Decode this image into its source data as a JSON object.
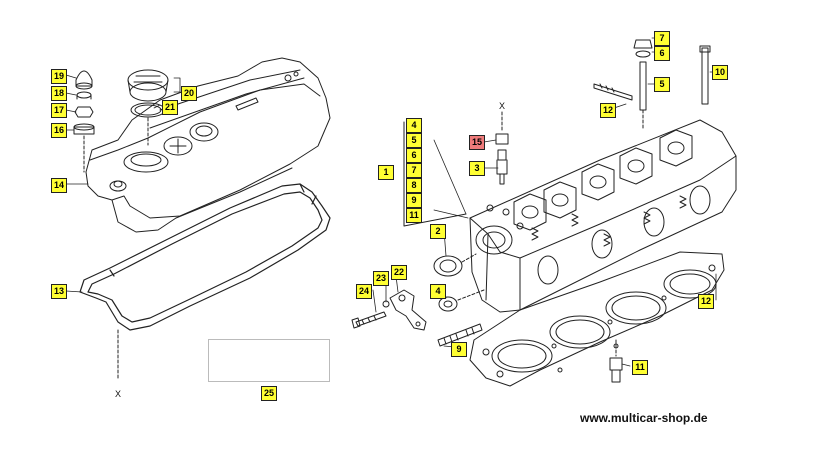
{
  "website": "www.multicar-shop.de",
  "cross_ref_label": "X",
  "colors": {
    "callout_fill": "#ffff33",
    "callout_highlight": "#ef7b7b",
    "line": "#222222"
  },
  "callouts": [
    {
      "id": "19",
      "label": "19"
    },
    {
      "id": "18",
      "label": "18"
    },
    {
      "id": "17",
      "label": "17"
    },
    {
      "id": "16",
      "label": "16"
    },
    {
      "id": "20",
      "label": "20"
    },
    {
      "id": "21",
      "label": "21"
    },
    {
      "id": "14",
      "label": "14"
    },
    {
      "id": "13",
      "label": "13"
    },
    {
      "id": "25",
      "label": "25"
    },
    {
      "id": "7",
      "label": "7"
    },
    {
      "id": "6",
      "label": "6"
    },
    {
      "id": "5",
      "label": "5"
    },
    {
      "id": "10",
      "label": "10"
    },
    {
      "id": "12a",
      "label": "12"
    },
    {
      "id": "15",
      "label": "15",
      "highlight": true
    },
    {
      "id": "3",
      "label": "3"
    },
    {
      "id": "g4",
      "label": "4"
    },
    {
      "id": "g5",
      "label": "5"
    },
    {
      "id": "g6",
      "label": "6"
    },
    {
      "id": "g7",
      "label": "7"
    },
    {
      "id": "g8",
      "label": "8"
    },
    {
      "id": "g9",
      "label": "9"
    },
    {
      "id": "g11",
      "label": "11"
    },
    {
      "id": "1",
      "label": "1"
    },
    {
      "id": "2",
      "label": "2"
    },
    {
      "id": "4",
      "label": "4"
    },
    {
      "id": "23",
      "label": "23"
    },
    {
      "id": "22",
      "label": "22"
    },
    {
      "id": "24",
      "label": "24"
    },
    {
      "id": "9",
      "label": "9"
    },
    {
      "id": "11",
      "label": "11"
    },
    {
      "id": "12b",
      "label": "12"
    }
  ]
}
